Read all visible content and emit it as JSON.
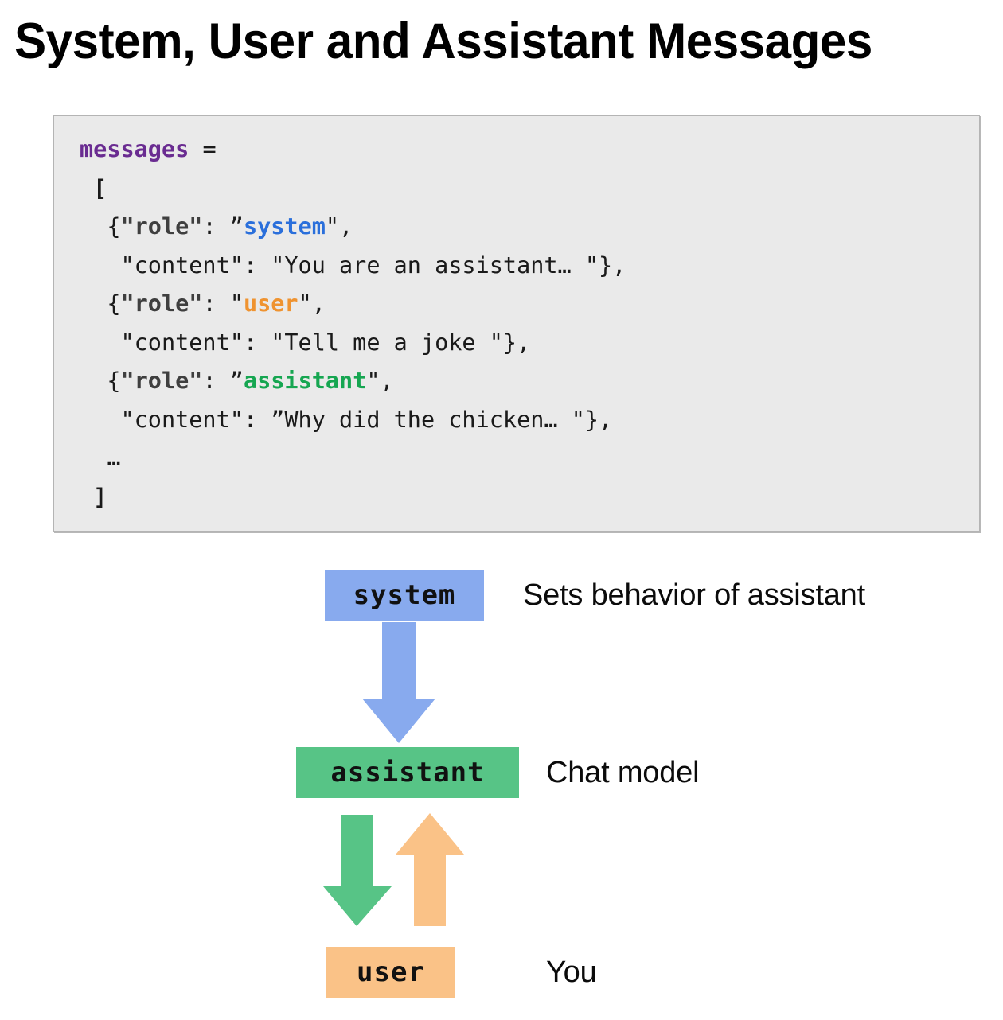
{
  "slide": {
    "title": "System, User and Assistant Messages"
  },
  "code_block": {
    "language": "python",
    "background_color": "#eaeaea",
    "border_color": "#b4b4b4",
    "lines": [
      {
        "id": "line-1",
        "segments": [
          {
            "text": "messages",
            "style": "var"
          },
          {
            "text": " =",
            "style": "plain"
          }
        ]
      },
      {
        "id": "line-2",
        "segments": [
          {
            "text": " [",
            "style": "punct"
          }
        ]
      },
      {
        "id": "line-3",
        "segments": [
          {
            "text": "  {",
            "style": "plain"
          },
          {
            "text": "\"role\"",
            "style": "key"
          },
          {
            "text": ": ",
            "style": "plain"
          },
          {
            "text": "”",
            "style": "plain"
          },
          {
            "text": "system",
            "style": "system"
          },
          {
            "text": "\",",
            "style": "plain"
          }
        ]
      },
      {
        "id": "line-4",
        "segments": [
          {
            "text": "   \"content\": \"You are an assistant… \"},",
            "style": "plain"
          }
        ]
      },
      {
        "id": "line-5",
        "segments": [
          {
            "text": "  {",
            "style": "plain"
          },
          {
            "text": "\"role\"",
            "style": "key"
          },
          {
            "text": ": ",
            "style": "plain"
          },
          {
            "text": "\"",
            "style": "plain"
          },
          {
            "text": "user",
            "style": "user"
          },
          {
            "text": "\",",
            "style": "plain"
          }
        ]
      },
      {
        "id": "line-6",
        "segments": [
          {
            "text": "   \"content\": \"Tell me a joke \"},",
            "style": "plain"
          }
        ]
      },
      {
        "id": "line-7",
        "segments": [
          {
            "text": "  {",
            "style": "plain"
          },
          {
            "text": "\"role\"",
            "style": "key"
          },
          {
            "text": ": ",
            "style": "plain"
          },
          {
            "text": "”",
            "style": "plain"
          },
          {
            "text": "assistant",
            "style": "assistant"
          },
          {
            "text": "\",",
            "style": "plain"
          }
        ]
      },
      {
        "id": "line-8",
        "segments": [
          {
            "text": "   \"content\": ”Why did the chicken… \"},",
            "style": "plain"
          }
        ]
      },
      {
        "id": "line-9",
        "segments": [
          {
            "text": "  …",
            "style": "plain"
          }
        ]
      },
      {
        "id": "line-10",
        "segments": [
          {
            "text": " ]",
            "style": "punct"
          }
        ]
      }
    ]
  },
  "diagram": {
    "boxes": [
      {
        "id": "system",
        "label": "system",
        "caption": "Sets behavior of assistant",
        "color": "#88aaee"
      },
      {
        "id": "assistant",
        "label": "assistant",
        "caption": "Chat model",
        "color": "#57c486"
      },
      {
        "id": "user",
        "label": "user",
        "caption": "You",
        "color": "#fac287"
      }
    ],
    "arrows": [
      {
        "id": "system-to-assistant",
        "direction": "down",
        "color": "#88aaee",
        "from": "system",
        "to": "assistant"
      },
      {
        "id": "assistant-to-user",
        "direction": "down",
        "color": "#57c486",
        "from": "assistant",
        "to": "user"
      },
      {
        "id": "user-to-assistant",
        "direction": "up",
        "color": "#fac287",
        "from": "user",
        "to": "assistant"
      }
    ]
  },
  "palette": {
    "system_blue": "#88aaee",
    "assistant_green": "#57c486",
    "user_orange": "#fac287",
    "code_var_purple": "#6a2c91",
    "code_system_blue": "#2a6fdb",
    "code_user_orange": "#ef9330",
    "code_assistant_green": "#16a651"
  }
}
